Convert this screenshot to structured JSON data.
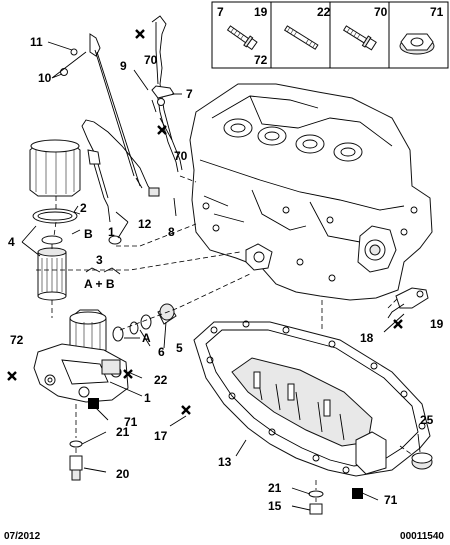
{
  "legend": {
    "boxes": [
      {
        "id": "7",
        "secondary": "19",
        "tertiary": "72"
      },
      {
        "id": "22"
      },
      {
        "id": "70"
      },
      {
        "id": "71"
      }
    ]
  },
  "callouts": {
    "c11": "11",
    "c10": "10",
    "c9": "9",
    "c70a": "70",
    "c7": "7",
    "c70b": "70",
    "c2": "2",
    "cB": "B",
    "c4": "4",
    "c12": "12",
    "c1a": "1",
    "c8": "8",
    "c3": "3",
    "cAB": "A + B",
    "c72": "72",
    "cA": "A",
    "c6": "6",
    "c5": "5",
    "c22": "22",
    "c1b": "1",
    "c71a": "71",
    "c21a": "21",
    "c20": "20",
    "c17": "17",
    "c13": "13",
    "c18": "18",
    "c19": "19",
    "c25": "25",
    "c21b": "21",
    "c15": "15",
    "c71b": "71"
  },
  "footer": {
    "date": "07/2012",
    "ref": "00011540"
  }
}
